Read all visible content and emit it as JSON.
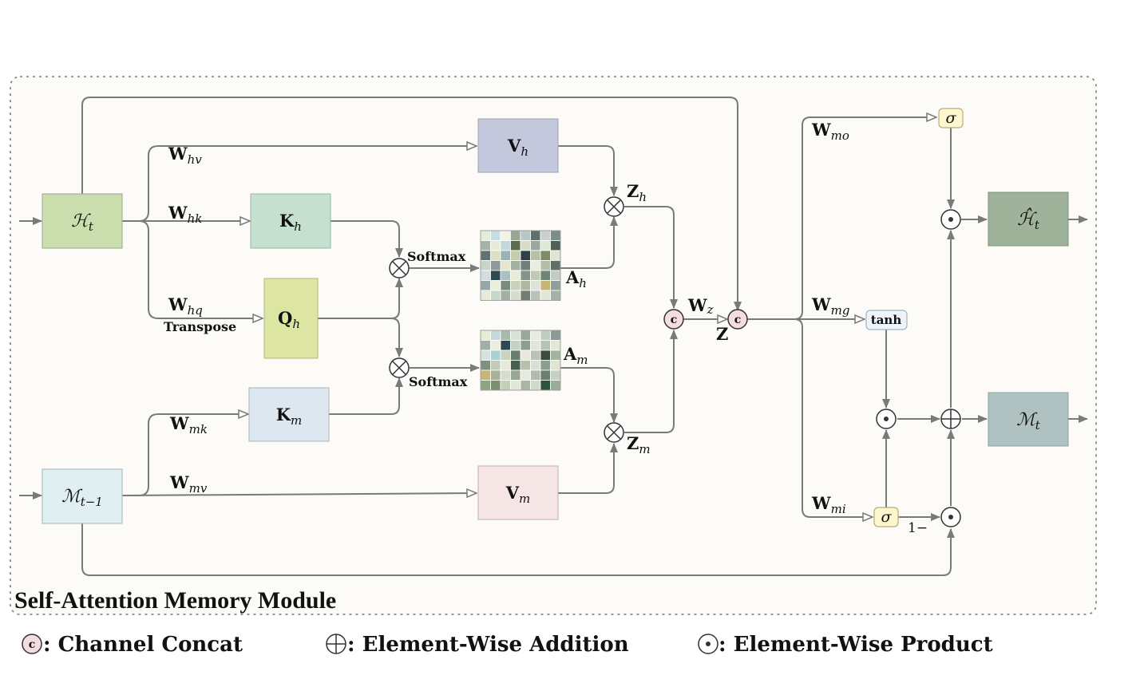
{
  "module_title": "Self-Attention Memory Module",
  "nodes": {
    "H_t": {
      "main": "ℋ",
      "sub": "t",
      "fill": "#cbdfae"
    },
    "V_h": {
      "main": "V",
      "sub": "h",
      "fill": "#c3c8dd"
    },
    "K_h": {
      "main": "K",
      "sub": "h",
      "fill": "#c6e0cf"
    },
    "Q_h": {
      "main": "Q",
      "sub": "h",
      "fill": "#dde5a2"
    },
    "K_m": {
      "main": "K",
      "sub": "m",
      "fill": "#dde7ef"
    },
    "M_tm1": {
      "main": "ℳ",
      "sub": "t−1",
      "fill": "#e0eff1"
    },
    "V_m": {
      "main": "V",
      "sub": "m",
      "fill": "#f6e5e5"
    },
    "H_hat_t": {
      "main": "ℋ̂",
      "sub": "t",
      "fill": "#9fb39a"
    },
    "M_t": {
      "main": "ℳ",
      "sub": "t",
      "fill": "#afc2c1"
    }
  },
  "weights": {
    "W_hv": {
      "main": "W",
      "sub": "hv"
    },
    "W_hk": {
      "main": "W",
      "sub": "hk"
    },
    "W_hq": {
      "main": "W",
      "sub": "hq"
    },
    "W_mk": {
      "main": "W",
      "sub": "mk"
    },
    "W_mv": {
      "main": "W",
      "sub": "mv"
    },
    "W_z": {
      "main": "W",
      "sub": "z"
    },
    "W_mo": {
      "main": "W",
      "sub": "mo"
    },
    "W_mg": {
      "main": "W",
      "sub": "mg"
    },
    "W_mi": {
      "main": "W",
      "sub": "mi"
    }
  },
  "labels": {
    "transpose": "Transpose",
    "softmax_h": "Softmax",
    "softmax_m": "Softmax",
    "Z_h": {
      "main": "Z",
      "sub": "h"
    },
    "Z_m": {
      "main": "Z",
      "sub": "m"
    },
    "Z": "Z",
    "A_h": {
      "main": "A",
      "sub": "h"
    },
    "A_m": {
      "main": "A",
      "sub": "m"
    },
    "one_minus": "1−"
  },
  "gates": {
    "sigma_o": "σ",
    "tanh": "tanh",
    "sigma_i": "σ"
  },
  "operators": {
    "concat_symbol": "c",
    "multiply_symbol": "⊗",
    "add_symbol": "⊕",
    "product_symbol": "⊙"
  },
  "legend": {
    "concat": ": Channel Concat",
    "add": ": Element-Wise Addition",
    "product": ": Element-Wise Product"
  },
  "attention_maps": {
    "A_h": [
      [
        "#e5ecd8",
        "#c9dde4",
        "#f2f2e6",
        "#9aa595",
        "#b9c6c7",
        "#5d706c",
        "#c8d1cf",
        "#7d8e8a"
      ],
      [
        "#a7b2a8",
        "#e7ecd9",
        "#c5d7de",
        "#5c6b50",
        "#d9dcc7",
        "#9ba7a3",
        "#e3e8d5",
        "#4e6058"
      ],
      [
        "#5e7474",
        "#dbe0c5",
        "#9db2b5",
        "#c5cdb0",
        "#2f4046",
        "#b6c1a3",
        "#7b8c6a",
        "#dfe5d4"
      ],
      [
        "#c7d4c8",
        "#8e9a9a",
        "#e4e6cf",
        "#a4b29f",
        "#6f7f7b",
        "#e8eedb",
        "#b5bfa5",
        "#5d7265"
      ],
      [
        "#d3dcdf",
        "#2d4a52",
        "#aebfc2",
        "#e7ebd7",
        "#859486",
        "#bfc9b4",
        "#6d8476",
        "#c2ccc2"
      ],
      [
        "#95a7a6",
        "#e9eedd",
        "#798b7e",
        "#c9d1bd",
        "#aeb8a0",
        "#dde3d6",
        "#c5b676",
        "#8ea09c"
      ],
      [
        "#e7ead7",
        "#c8d7cc",
        "#a2afa1",
        "#d7dccf",
        "#6e7f72",
        "#b9c4b6",
        "#e3e7d6",
        "#a6b0a4"
      ]
    ],
    "A_m": [
      [
        "#e6ebd4",
        "#c5d7d9",
        "#a8b8a9",
        "#d7e1d6",
        "#9aa79a",
        "#e5ecdf",
        "#c1ccc3",
        "#8a9a94"
      ],
      [
        "#9fb1a4",
        "#eaeedb",
        "#2d4a55",
        "#c4d2c5",
        "#8e9d92",
        "#dfe6da",
        "#b7c3b2",
        "#e3e8d6"
      ],
      [
        "#d4e3e1",
        "#a9d1d3",
        "#c8d3c0",
        "#697d6c",
        "#e7eadb",
        "#b8c3b6",
        "#3c4b41",
        "#a3b3a2"
      ],
      [
        "#7e907e",
        "#c2cbb9",
        "#e6eadb",
        "#4a5e50",
        "#b5c1ac",
        "#d9dfd2",
        "#8c9d8f",
        "#e0e4d3"
      ],
      [
        "#c6b779",
        "#a7b396",
        "#d7ddcd",
        "#96a891",
        "#e6eadb",
        "#afbbab",
        "#6c7f6f",
        "#c8d0c0"
      ],
      [
        "#8da57c",
        "#7d8f6c",
        "#c6cdb8",
        "#e3e7d6",
        "#aab6a5",
        "#d1d9c9",
        "#2e5240",
        "#9cac9b"
      ]
    ]
  }
}
